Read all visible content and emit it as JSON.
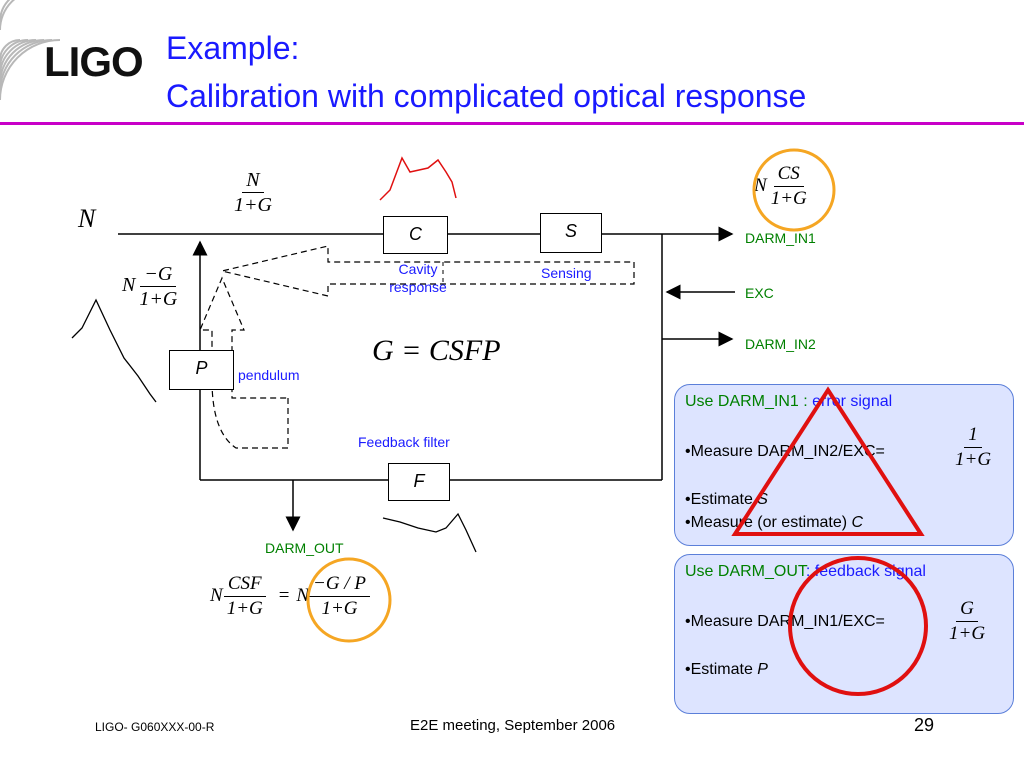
{
  "header": {
    "logo_text": "LIGO",
    "title_line1": "Example:",
    "title_line2": "Calibration with complicated optical response"
  },
  "diagram": {
    "input_label": "N",
    "blocks": {
      "c": "C",
      "s": "S",
      "p": "P",
      "f": "F"
    },
    "labels": {
      "cavity": "Cavity response",
      "sensing": "Sensing",
      "pendulum": "pendulum",
      "feedback_filter": "Feedback filter",
      "darm_in1": "DARM_IN1",
      "exc": "EXC",
      "darm_in2": "DARM_IN2",
      "darm_out": "DARM_OUT"
    },
    "equations": {
      "loop_gain": "G = CSFP",
      "top_left": {
        "prefix": "",
        "num": "N",
        "den": "1+G"
      },
      "left": {
        "prefix": "N",
        "num": "−G",
        "den": "1+G"
      },
      "darm_in1": {
        "prefix": "N",
        "num": "CS",
        "den": "1+G"
      },
      "darm_out_a": {
        "prefix": "N",
        "num": "CSF",
        "den": "1+G"
      },
      "equals": "=",
      "darm_out_b": {
        "prefix": "N",
        "num": "−G / P",
        "den": "1+G"
      }
    }
  },
  "panels": {
    "error": {
      "heading_main": "Use DARM_IN1 : ",
      "heading_rest": "error signal",
      "item1": "•Measure DARM_IN2/EXC=",
      "frac_num": "1",
      "frac_den": "1+G",
      "item2_prefix": "•Estimate ",
      "item2_var": "S",
      "item3_prefix": "•Measure (or estimate) ",
      "item3_var": "C"
    },
    "feedback": {
      "heading_main": "Use DARM_OUT",
      "heading_colon": ": ",
      "heading_rest": "feedback signal",
      "item1": "•Measure DARM_IN1/EXC=",
      "frac_num": "G",
      "frac_den": "1+G",
      "item2_prefix": "•Estimate ",
      "item2_var": "P"
    }
  },
  "footer": {
    "doc_id": "LIGO- G060XXX-00-R",
    "event": "E2E meeting, September 2006",
    "page": "29"
  },
  "colors": {
    "title": "#1a1aff",
    "rule": "#c800c8",
    "label_green": "#008000",
    "label_blue": "#1a1aff",
    "panel_fill": "#dde4ff",
    "panel_border": "#5b7fd9",
    "highlight_orange": "#f5a623",
    "highlight_red": "#e01010"
  }
}
